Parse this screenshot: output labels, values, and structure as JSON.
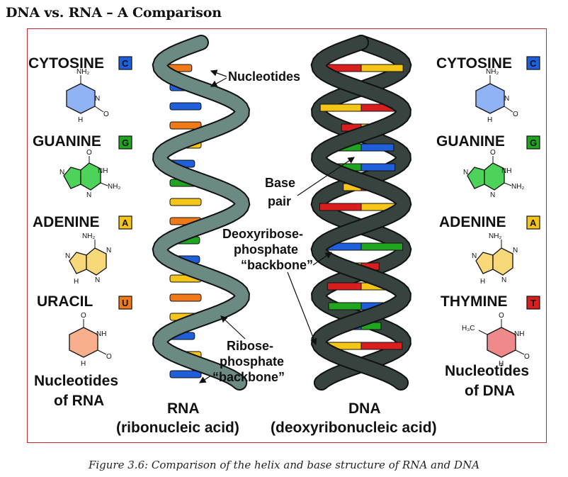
{
  "title": "DNA vs. RNA – A Comparison",
  "caption": "Figure 3.6: Comparison of the helix and base structure of RNA and DNA",
  "colors": {
    "frame": "#c1272d",
    "cytosine": "#1f5fdc",
    "guanine": "#1fa51f",
    "adenine": "#f5c518",
    "uracil": "#f07a18",
    "thymine": "#d81e1e",
    "rna_backbone": "#6b8a84",
    "dna_backbone": "#36433f"
  },
  "rna_bases": {
    "items": [
      {
        "name": "CYTOSINE",
        "letter": "C",
        "color": "cytosine"
      },
      {
        "name": "GUANINE",
        "letter": "G",
        "color": "guanine"
      },
      {
        "name": "ADENINE",
        "letter": "A",
        "color": "adenine"
      },
      {
        "name": "URACIL",
        "letter": "U",
        "color": "uracil"
      }
    ],
    "footer_line1": "Nucleotides",
    "footer_line2": "of RNA"
  },
  "dna_bases": {
    "items": [
      {
        "name": "CYTOSINE",
        "letter": "C",
        "color": "cytosine"
      },
      {
        "name": "GUANINE",
        "letter": "G",
        "color": "guanine"
      },
      {
        "name": "ADENINE",
        "letter": "A",
        "color": "adenine"
      },
      {
        "name": "THYMINE",
        "letter": "T",
        "color": "thymine"
      }
    ],
    "footer_line1": "Nucleotides",
    "footer_line2": "of DNA"
  },
  "molecule_labels": {
    "nh2": "NH₂",
    "nh": "NH",
    "n": "N",
    "h": "H",
    "o": "O",
    "h3c": "H₃C"
  },
  "annotations": {
    "nucleotides": "Nucleotides",
    "base_pair_line1": "Base",
    "base_pair_line2": "pair",
    "deoxy_line1": "Deoxyribose-",
    "deoxy_line2": "phosphate",
    "deoxy_line3": "“backbone”",
    "ribose_line1": "Ribose-",
    "ribose_line2": "phosphate",
    "ribose_line3": "“backbone”"
  },
  "rna": {
    "name": "RNA",
    "full": "(ribonucleic acid)"
  },
  "dna": {
    "name": "DNA",
    "full": "(deoxyribonucleic acid)"
  }
}
